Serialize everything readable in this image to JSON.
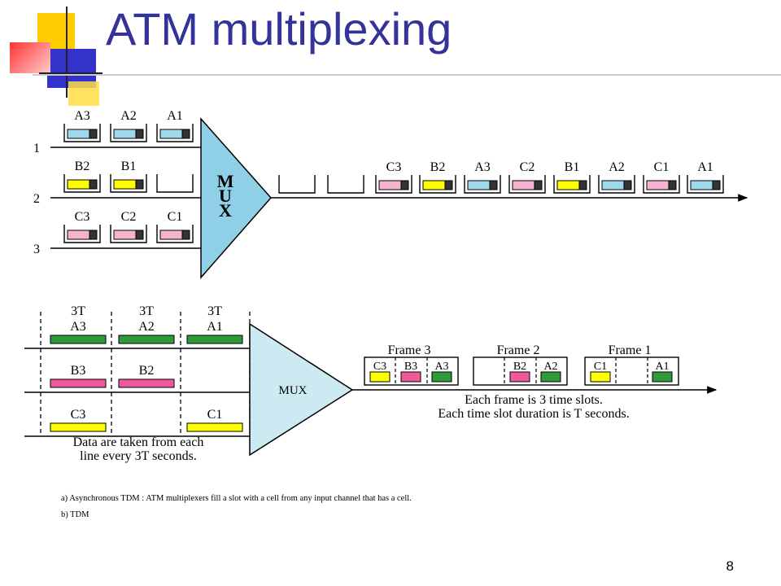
{
  "slide": {
    "title": "ATM multiplexing",
    "page_number": "8",
    "caption_a": "a) Asynchronous TDM : ATM multiplexers fill a slot with a cell from any input channel that has a cell.",
    "caption_b": "b) TDM"
  },
  "colors": {
    "title": "#333399",
    "cell_a": "#9fd8ea",
    "cell_b": "#ffff00",
    "cell_c": "#f6b3cf",
    "mux_top": "#8fd0e6",
    "mux_bottom": "#cdeaf3",
    "tdm_green": "#2e9a3a",
    "tdm_pink": "#ee5a9b",
    "tdm_yellow": "#ffff00"
  },
  "atm_diagram": {
    "mux_label": [
      "M",
      "U",
      "X"
    ],
    "input_lines": [
      {
        "number": "1",
        "cells": [
          {
            "label": "A3",
            "color": "a"
          },
          {
            "label": "A2",
            "color": "a"
          },
          {
            "label": "A1",
            "color": "a"
          }
        ]
      },
      {
        "number": "2",
        "cells": [
          {
            "label": "B2",
            "color": "b"
          },
          {
            "label": "B1",
            "color": "b"
          },
          {
            "label": "",
            "color": "empty"
          }
        ]
      },
      {
        "number": "3",
        "cells": [
          {
            "label": "C3",
            "color": "c"
          },
          {
            "label": "C2",
            "color": "c"
          },
          {
            "label": "C1",
            "color": "c"
          }
        ]
      }
    ],
    "output_cells": [
      {
        "label": "",
        "color": "empty"
      },
      {
        "label": "",
        "color": "empty"
      },
      {
        "label": "C3",
        "color": "c"
      },
      {
        "label": "B2",
        "color": "b"
      },
      {
        "label": "A3",
        "color": "a"
      },
      {
        "label": "C2",
        "color": "c"
      },
      {
        "label": "B1",
        "color": "b"
      },
      {
        "label": "A2",
        "color": "a"
      },
      {
        "label": "C1",
        "color": "c"
      },
      {
        "label": "A1",
        "color": "a"
      }
    ]
  },
  "tdm_diagram": {
    "mux_label": "MUX",
    "input_rows": [
      {
        "cells": [
          {
            "top": "3T",
            "label": "A3",
            "color": "green"
          },
          {
            "top": "3T",
            "label": "A2",
            "color": "green"
          },
          {
            "top": "3T",
            "label": "A1",
            "color": "green"
          }
        ]
      },
      {
        "cells": [
          {
            "top": "",
            "label": "B3",
            "color": "pink"
          },
          {
            "top": "",
            "label": "B2",
            "color": "pink"
          },
          {
            "top": "",
            "label": "",
            "color": "none"
          }
        ]
      },
      {
        "cells": [
          {
            "top": "",
            "label": "C3",
            "color": "yellow"
          },
          {
            "top": "",
            "label": "",
            "color": "none"
          },
          {
            "top": "",
            "label": "C1",
            "color": "yellow"
          }
        ]
      }
    ],
    "input_note": [
      "Data are taken from each",
      "line every 3T seconds."
    ],
    "frames": [
      {
        "label": "Frame 3",
        "slots": [
          {
            "label": "C3",
            "color": "yellow"
          },
          {
            "label": "B3",
            "color": "pink"
          },
          {
            "label": "A3",
            "color": "green"
          }
        ]
      },
      {
        "label": "Frame 2",
        "slots": [
          {
            "label": "",
            "color": "none"
          },
          {
            "label": "B2",
            "color": "pink"
          },
          {
            "label": "A2",
            "color": "green"
          }
        ]
      },
      {
        "label": "Frame 1",
        "slots": [
          {
            "label": "C1",
            "color": "yellow"
          },
          {
            "label": "",
            "color": "none"
          },
          {
            "label": "A1",
            "color": "green"
          }
        ]
      }
    ],
    "output_note": [
      "Each frame is 3 time slots.",
      "Each time slot duration is T seconds."
    ]
  }
}
